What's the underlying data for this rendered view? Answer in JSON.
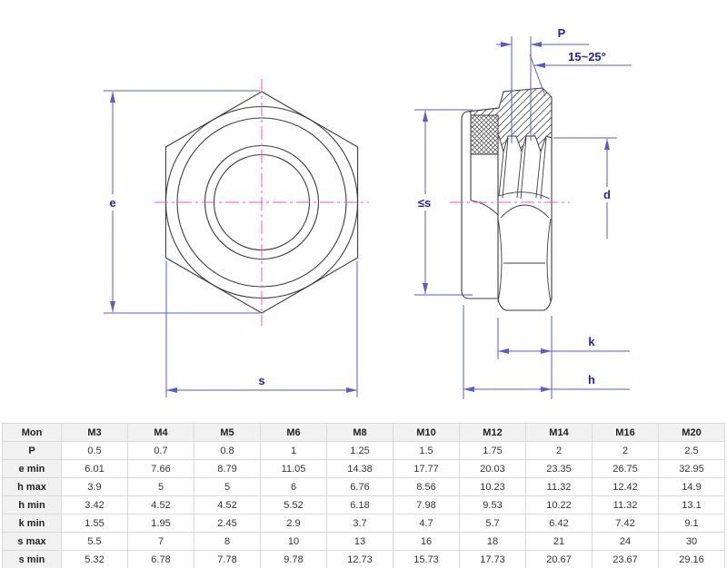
{
  "drawing": {
    "front_view": {
      "labels": {
        "e": "e",
        "s": "s"
      }
    },
    "side_view": {
      "labels": {
        "p": "P",
        "angle": "15~25°",
        "s_max": "≤s",
        "d": "d",
        "k": "k",
        "h": "h"
      }
    },
    "colors": {
      "outline": "#3d3d3d",
      "dimension_line": "#5a5ad2",
      "dimension_label": "#1e1ec8",
      "centerline": "#ff4fc4"
    }
  },
  "table": {
    "columns": [
      "Mon",
      "M3",
      "M4",
      "M5",
      "M6",
      "M8",
      "M10",
      "M12",
      "M14",
      "M16",
      "M20"
    ],
    "rows": [
      {
        "label": "P",
        "values": [
          "0.5",
          "0.7",
          "0.8",
          "1",
          "1.25",
          "1.5",
          "1.75",
          "2",
          "2",
          "2.5"
        ]
      },
      {
        "label": "e min",
        "values": [
          "6.01",
          "7.66",
          "8.79",
          "11.05",
          "14.38",
          "17.77",
          "20.03",
          "23.35",
          "26.75",
          "32.95"
        ]
      },
      {
        "label": "h max",
        "values": [
          "3.9",
          "5",
          "5",
          "6",
          "6.76",
          "8.56",
          "10.23",
          "11.32",
          "12.42",
          "14.9"
        ]
      },
      {
        "label": "h min",
        "values": [
          "3.42",
          "4.52",
          "4.52",
          "5.52",
          "6.18",
          "7.98",
          "9.53",
          "10.22",
          "11.32",
          "13.1"
        ]
      },
      {
        "label": "k min",
        "values": [
          "1.55",
          "1.95",
          "2.45",
          "2.9",
          "3.7",
          "4.7",
          "5.7",
          "6.42",
          "7.42",
          "9.1"
        ]
      },
      {
        "label": "s max",
        "values": [
          "5.5",
          "7",
          "8",
          "10",
          "13",
          "16",
          "18",
          "21",
          "24",
          "30"
        ]
      },
      {
        "label": "s min",
        "values": [
          "5.32",
          "6.78",
          "7.78",
          "9.78",
          "12.73",
          "15.73",
          "17.73",
          "20.67",
          "23.67",
          "29.16"
        ]
      }
    ]
  }
}
